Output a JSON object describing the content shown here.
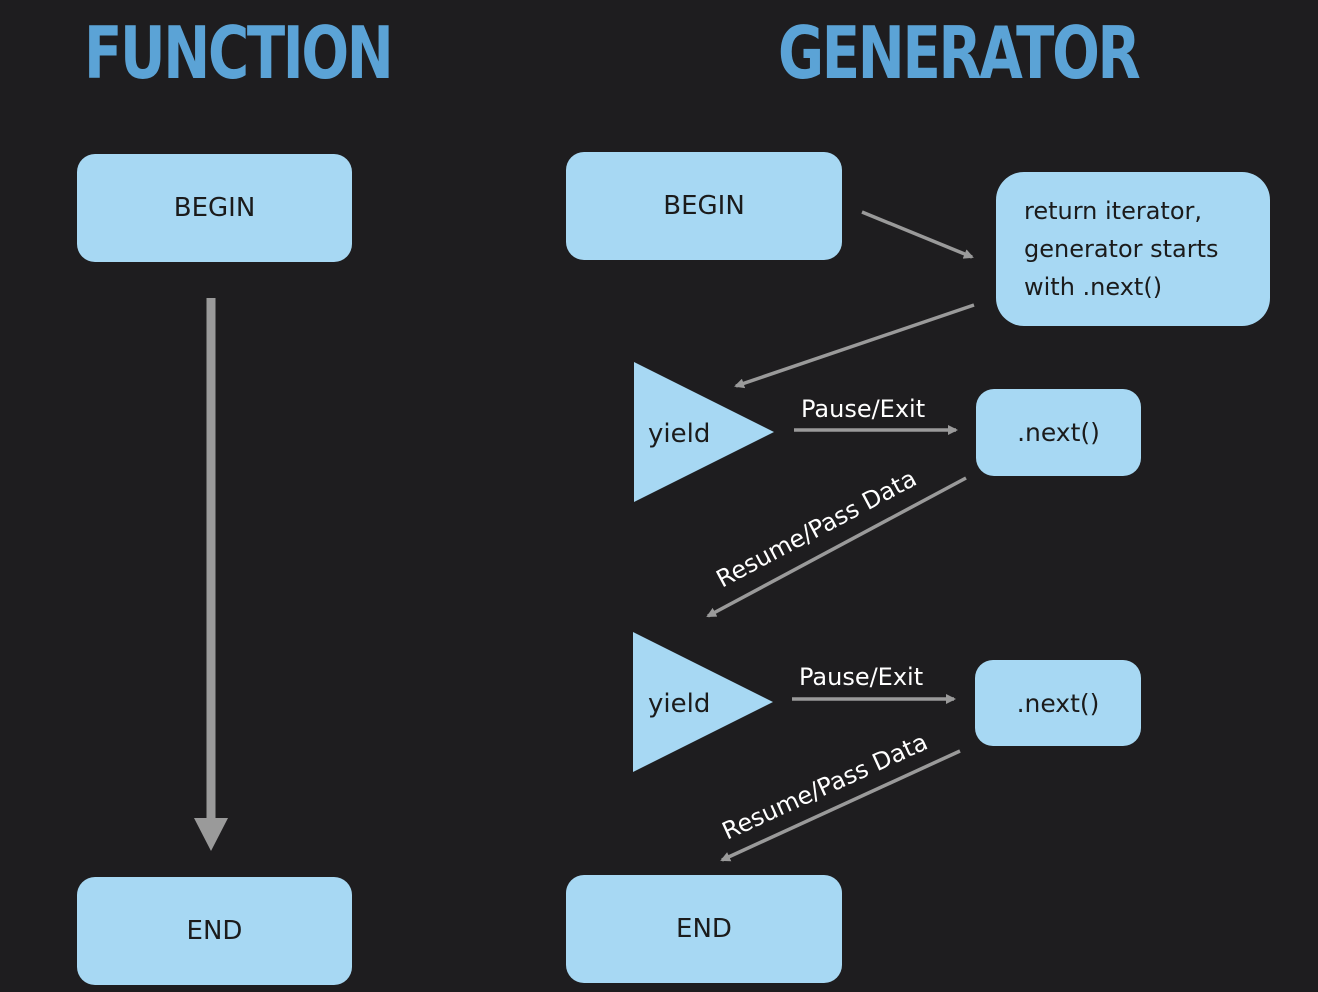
{
  "function_column": {
    "title": "FUNCTION",
    "begin_label": "BEGIN",
    "end_label": "END"
  },
  "generator_column": {
    "title": "GENERATOR",
    "begin_label": "BEGIN",
    "note_lines": [
      "return iterator,",
      "generator starts",
      "with .next()"
    ],
    "steps": [
      {
        "yield_label": "yield",
        "pause_label": "Pause/Exit",
        "next_label": ".next()",
        "resume_label": "Resume/Pass Data"
      },
      {
        "yield_label": "yield",
        "pause_label": "Pause/Exit",
        "next_label": ".next()",
        "resume_label": "Resume/Pass Data"
      }
    ],
    "end_label": "END"
  },
  "colors": {
    "background": "#1e1d1f",
    "title": "#5ba3d6",
    "box_fill": "#a7d8f3",
    "arrow": "#9a9a9a",
    "label_text": "#ffffff"
  }
}
